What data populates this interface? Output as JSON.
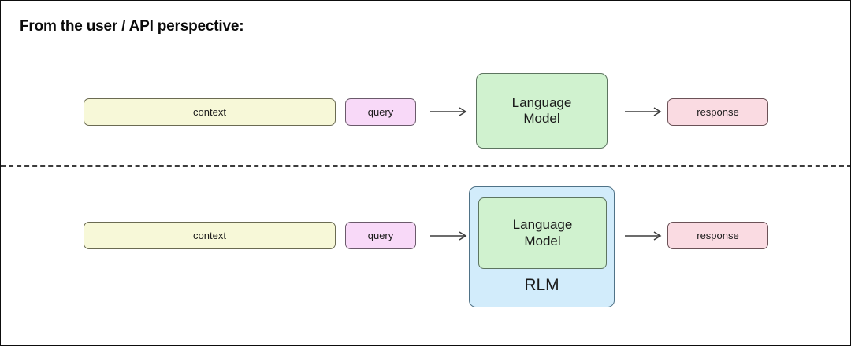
{
  "diagram": {
    "title": "From the user / API perspective:",
    "divider": "dashed-separator",
    "colors": {
      "context_fill": "#f7f8d8",
      "context_stroke": "#6b6b52",
      "query_fill": "#f8d9f8",
      "query_stroke": "#6b5a6b",
      "language_model_fill": "#d0f2cf",
      "language_model_stroke": "#5d7560",
      "response_fill": "#fadbe2",
      "response_stroke": "#6b5257",
      "rlm_fill": "#d2ecfb",
      "rlm_stroke": "#4f7287",
      "arrow": "#3c3c3c",
      "frame_border": "#0d0d0d",
      "background": "#ffffff"
    },
    "rows": [
      {
        "id": "top-row-plain-lm",
        "context": "context",
        "query": "query",
        "model": "Language\nModel",
        "model_line1": "Language",
        "model_line2": "Model",
        "response": "response",
        "wrapper": null
      },
      {
        "id": "bottom-row-rlm",
        "context": "context",
        "query": "query",
        "model": "Language\nModel",
        "model_line1": "Language",
        "model_line2": "Model",
        "response": "response",
        "wrapper": "RLM"
      }
    ],
    "arrows": [
      {
        "name": "arrow-query-to-model-top"
      },
      {
        "name": "arrow-model-to-response-top"
      },
      {
        "name": "arrow-query-to-rlm-bottom"
      },
      {
        "name": "arrow-rlm-to-response-bottom"
      }
    ]
  }
}
